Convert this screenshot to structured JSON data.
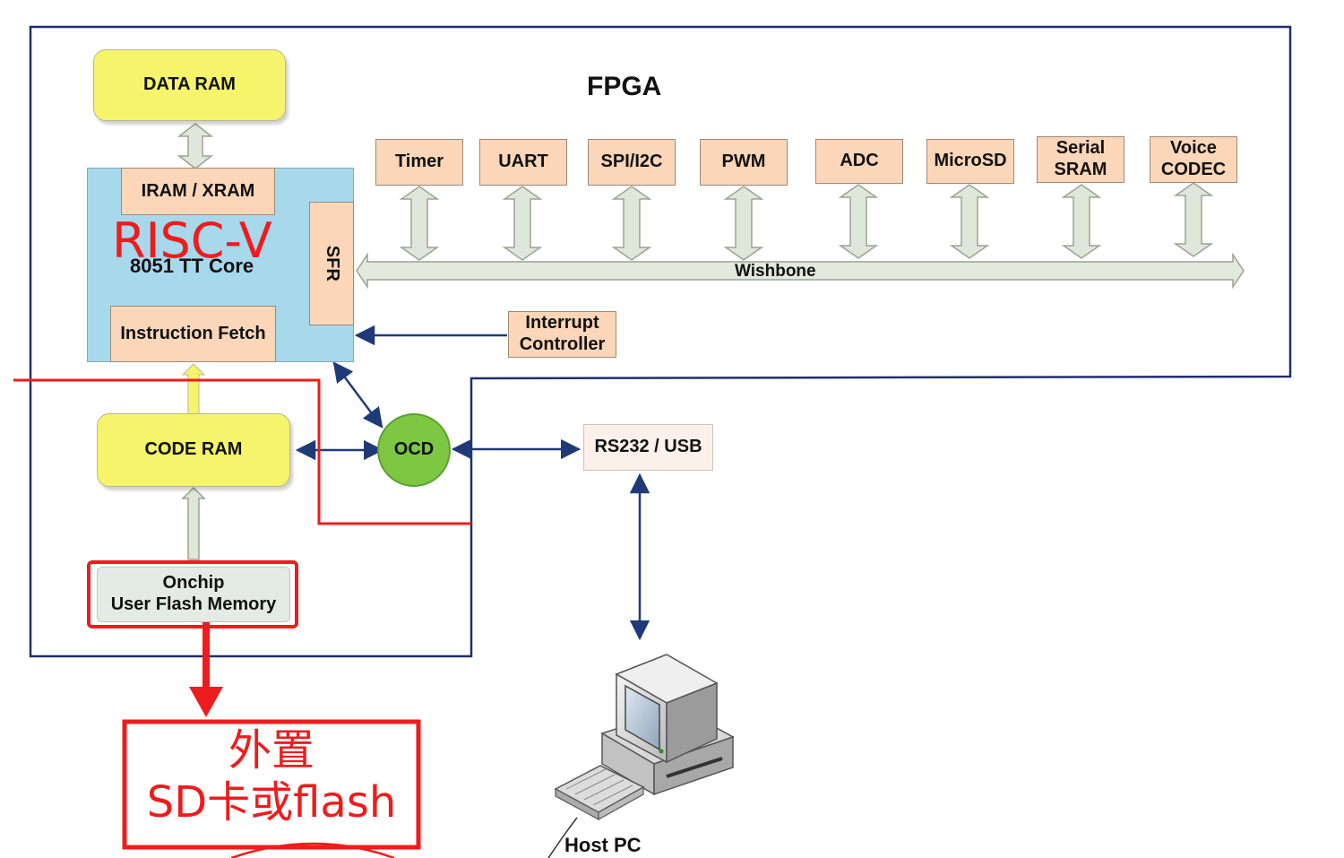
{
  "title": "FPGA",
  "data_ram": "DATA RAM",
  "core": {
    "iram": "IRAM / XRAM",
    "name_overlay": "RISC-V",
    "name_struck": "8051 TT Core",
    "sfr": "SFR",
    "instruction_fetch": "Instruction Fetch"
  },
  "peripherals": [
    "Timer",
    "UART",
    "SPI/I2C",
    "PWM",
    "ADC",
    "MicroSD",
    "Serial\nSRAM",
    "Voice\nCODEC"
  ],
  "bus": "Wishbone",
  "interrupt_controller": "Interrupt\nController",
  "code_ram": "CODE RAM",
  "ocd": "OCD",
  "rs232": "RS232 / USB",
  "flash": "Onchip\nUser Flash Memory",
  "annotation": "外置\nSD卡或flash",
  "host_pc": "Host PC",
  "colors": {
    "peach": "#fbd6b8",
    "yellow": "#f6f46a",
    "core_blue": "#a8d8ec",
    "ocd_green": "#7dc842",
    "arrow_navy": "#1f3a78",
    "annotation_red": "#ee1c1c",
    "fpga_border": "#1f2f6e"
  },
  "icons": [
    "desktop-computer-icon",
    "keyboard-icon"
  ]
}
